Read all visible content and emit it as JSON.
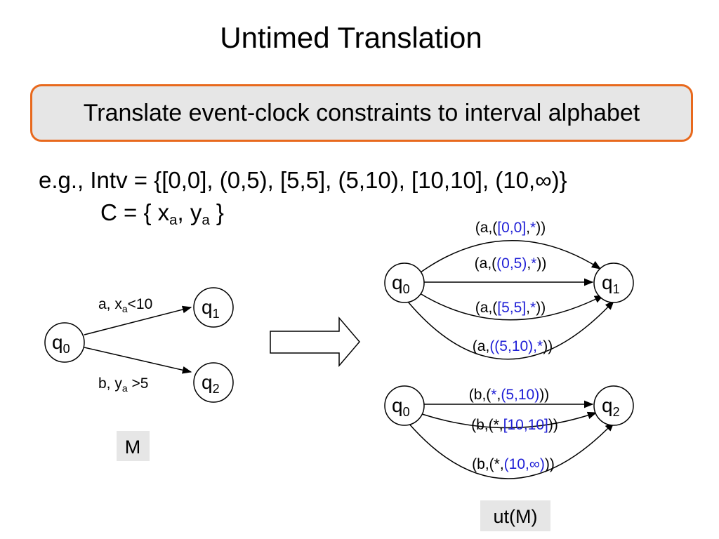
{
  "title": "Untimed Translation",
  "callout": "Translate event-clock constraints to interval alphabet",
  "example": {
    "intv_line": "e.g., Intv = {[0,0], (0,5), [5,5], (5,10), [10,10], (10,∞)}",
    "c_prefix": "C = { x",
    "c_sub1": "a",
    "c_mid": ", y",
    "c_sub2": "a",
    "c_suffix": " }"
  },
  "left_automaton": {
    "caption": "M",
    "nodes": {
      "q0": {
        "base": "q",
        "sub": "0"
      },
      "q1": {
        "base": "q",
        "sub": "1"
      },
      "q2": {
        "base": "q",
        "sub": "2"
      }
    },
    "edge_top": {
      "p1": "a, x",
      "sub": "a",
      "p2": "<10"
    },
    "edge_bottom": {
      "p1": "b, y",
      "sub": "a",
      "p2": " >5"
    }
  },
  "right_top": {
    "nodes": {
      "q0": {
        "base": "q",
        "sub": "0"
      },
      "q1": {
        "base": "q",
        "sub": "1"
      }
    },
    "edges": [
      [
        {
          "t": "(a,(",
          "c": "black"
        },
        {
          "t": "[0,0]",
          "c": "blue"
        },
        {
          "t": ",",
          "c": "black"
        },
        {
          "t": "*",
          "c": "blue"
        },
        {
          "t": "))",
          "c": "black"
        }
      ],
      [
        {
          "t": "(a,(",
          "c": "black"
        },
        {
          "t": "(0,5)",
          "c": "blue"
        },
        {
          "t": ",",
          "c": "black"
        },
        {
          "t": "*",
          "c": "blue"
        },
        {
          "t": "))",
          "c": "black"
        }
      ],
      [
        {
          "t": "(a,(",
          "c": "black"
        },
        {
          "t": "[5,5]",
          "c": "blue"
        },
        {
          "t": ",",
          "c": "black"
        },
        {
          "t": "*",
          "c": "blue"
        },
        {
          "t": "))",
          "c": "black"
        }
      ],
      [
        {
          "t": "(a,",
          "c": "black"
        },
        {
          "t": "((5,10)",
          "c": "blue"
        },
        {
          "t": ",",
          "c": "blue"
        },
        {
          "t": "*",
          "c": "blue"
        },
        {
          "t": "))",
          "c": "black"
        }
      ]
    ]
  },
  "right_bottom": {
    "nodes": {
      "q0": {
        "base": "q",
        "sub": "0"
      },
      "q2": {
        "base": "q",
        "sub": "2"
      }
    },
    "edges": [
      [
        {
          "t": "(b,(",
          "c": "black"
        },
        {
          "t": "*",
          "c": "blue"
        },
        {
          "t": ",",
          "c": "black"
        },
        {
          "t": "(5,10)",
          "c": "blue"
        },
        {
          "t": "))",
          "c": "black"
        }
      ],
      [
        {
          "t": "(b,(*,",
          "c": "black"
        },
        {
          "t": "[10,10]",
          "c": "blue"
        },
        {
          "t": "))",
          "c": "black"
        }
      ],
      [
        {
          "t": "(b,(*,",
          "c": "black"
        },
        {
          "t": "(10,∞)",
          "c": "blue"
        },
        {
          "t": "))",
          "c": "black"
        }
      ]
    ],
    "caption": "ut(M)"
  },
  "colors": {
    "callout_border": "#e8691d",
    "callout_fill": "#e6e6e6",
    "interval_text": "#1f1fd6"
  }
}
